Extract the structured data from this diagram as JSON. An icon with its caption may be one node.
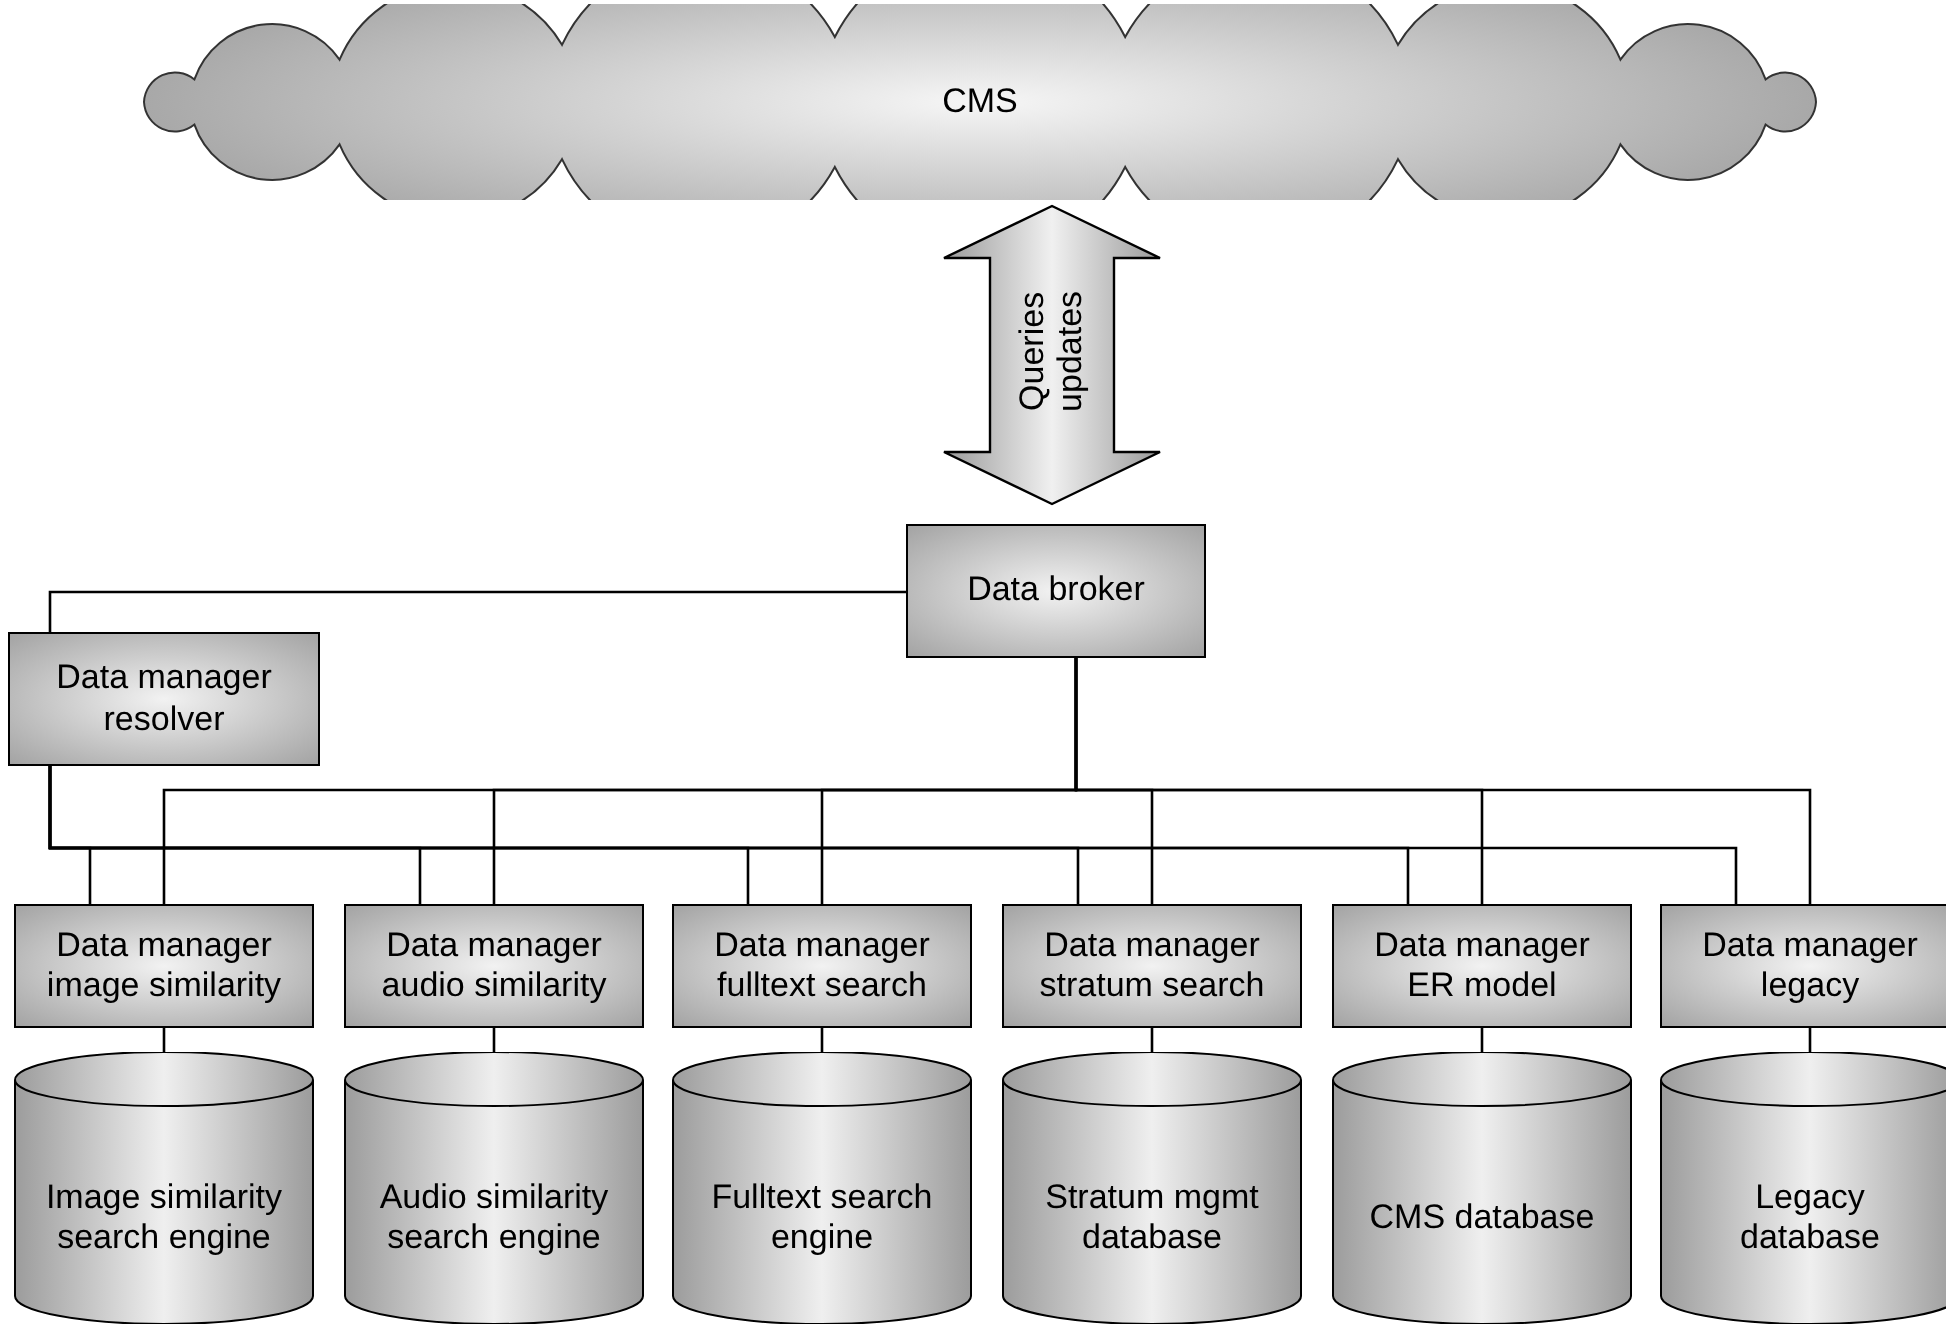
{
  "diagram": {
    "nodes": [
      {
        "text": [
          "CMS"
        ]
      },
      {
        "text": [
          "Data broker"
        ]
      },
      {
        "text": [
          "Data manager resolver"
        ]
      },
      {
        "text": [
          "Data manager image similarity"
        ]
      },
      {
        "text": [
          "Data manager audio similarity"
        ]
      },
      {
        "text": [
          "Data manager fulltext search"
        ]
      },
      {
        "text": [
          "Data manager stratum search"
        ]
      },
      {
        "text": [
          "Data manager ER model"
        ]
      },
      {
        "text": [
          "Data manager legacy"
        ]
      },
      {
        "text": [
          "Image similarity search engine"
        ]
      },
      {
        "text": [
          "Audio similarity search engine"
        ]
      },
      {
        "text": [
          "Fulltext search engine"
        ]
      },
      {
        "text": [
          "Stratum mgmt database"
        ]
      },
      {
        "text": [
          "CMS database"
        ]
      },
      {
        "text": [
          "Legacy database"
        ]
      }
    ],
    "edges": [
      {
        "from": 0,
        "to": 1,
        "arrow": "both",
        "label": "Queries updates",
        "style": "thick"
      },
      {
        "from": 1,
        "to": 2,
        "arrow": "none"
      },
      {
        "from": 1,
        "to": 3,
        "arrow": "none"
      },
      {
        "from": 1,
        "to": 4,
        "arrow": "none"
      },
      {
        "from": 1,
        "to": 5,
        "arrow": "none"
      },
      {
        "from": 1,
        "to": 6,
        "arrow": "none"
      },
      {
        "from": 1,
        "to": 7,
        "arrow": "none"
      },
      {
        "from": 1,
        "to": 8,
        "arrow": "none"
      },
      {
        "from": 2,
        "to": 3,
        "arrow": "none"
      },
      {
        "from": 2,
        "to": 4,
        "arrow": "none"
      },
      {
        "from": 2,
        "to": 5,
        "arrow": "none"
      },
      {
        "from": 2,
        "to": 6,
        "arrow": "none"
      },
      {
        "from": 2,
        "to": 7,
        "arrow": "none"
      },
      {
        "from": 2,
        "to": 8,
        "arrow": "none"
      },
      {
        "from": 3,
        "to": 9,
        "arrow": "none"
      },
      {
        "from": 4,
        "to": 10,
        "arrow": "none"
      },
      {
        "from": 5,
        "to": 11,
        "arrow": "none"
      },
      {
        "from": 6,
        "to": 12,
        "arrow": "none"
      },
      {
        "from": 7,
        "to": 13,
        "arrow": "none"
      },
      {
        "from": 8,
        "to": 14,
        "arrow": "none"
      }
    ]
  }
}
